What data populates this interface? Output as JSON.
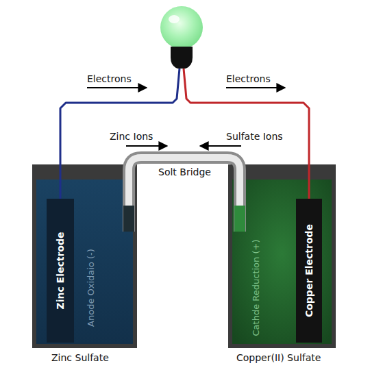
{
  "diagram": {
    "nodes": [
      {
        "text": [
          "Anode Oxidaio (-)",
          "Zinc Sulfate"
        ]
      },
      {
        "text": [
          "Zinc Electrode"
        ],
        "in": 0
      },
      {
        "text": [
          "Cathde Reduction (+)",
          "Copper(II) Sulfate"
        ]
      },
      {
        "text": [
          "Copper Electrode"
        ],
        "in": 2
      }
    ],
    "edges": [
      {
        "from": 1,
        "to": 3,
        "arrow": "none"
      }
    ],
    "labels": [
      "Electrons",
      "Electrons",
      "Zinc Ions",
      "Sulfate Ions",
      "Solt Bridge"
    ]
  }
}
